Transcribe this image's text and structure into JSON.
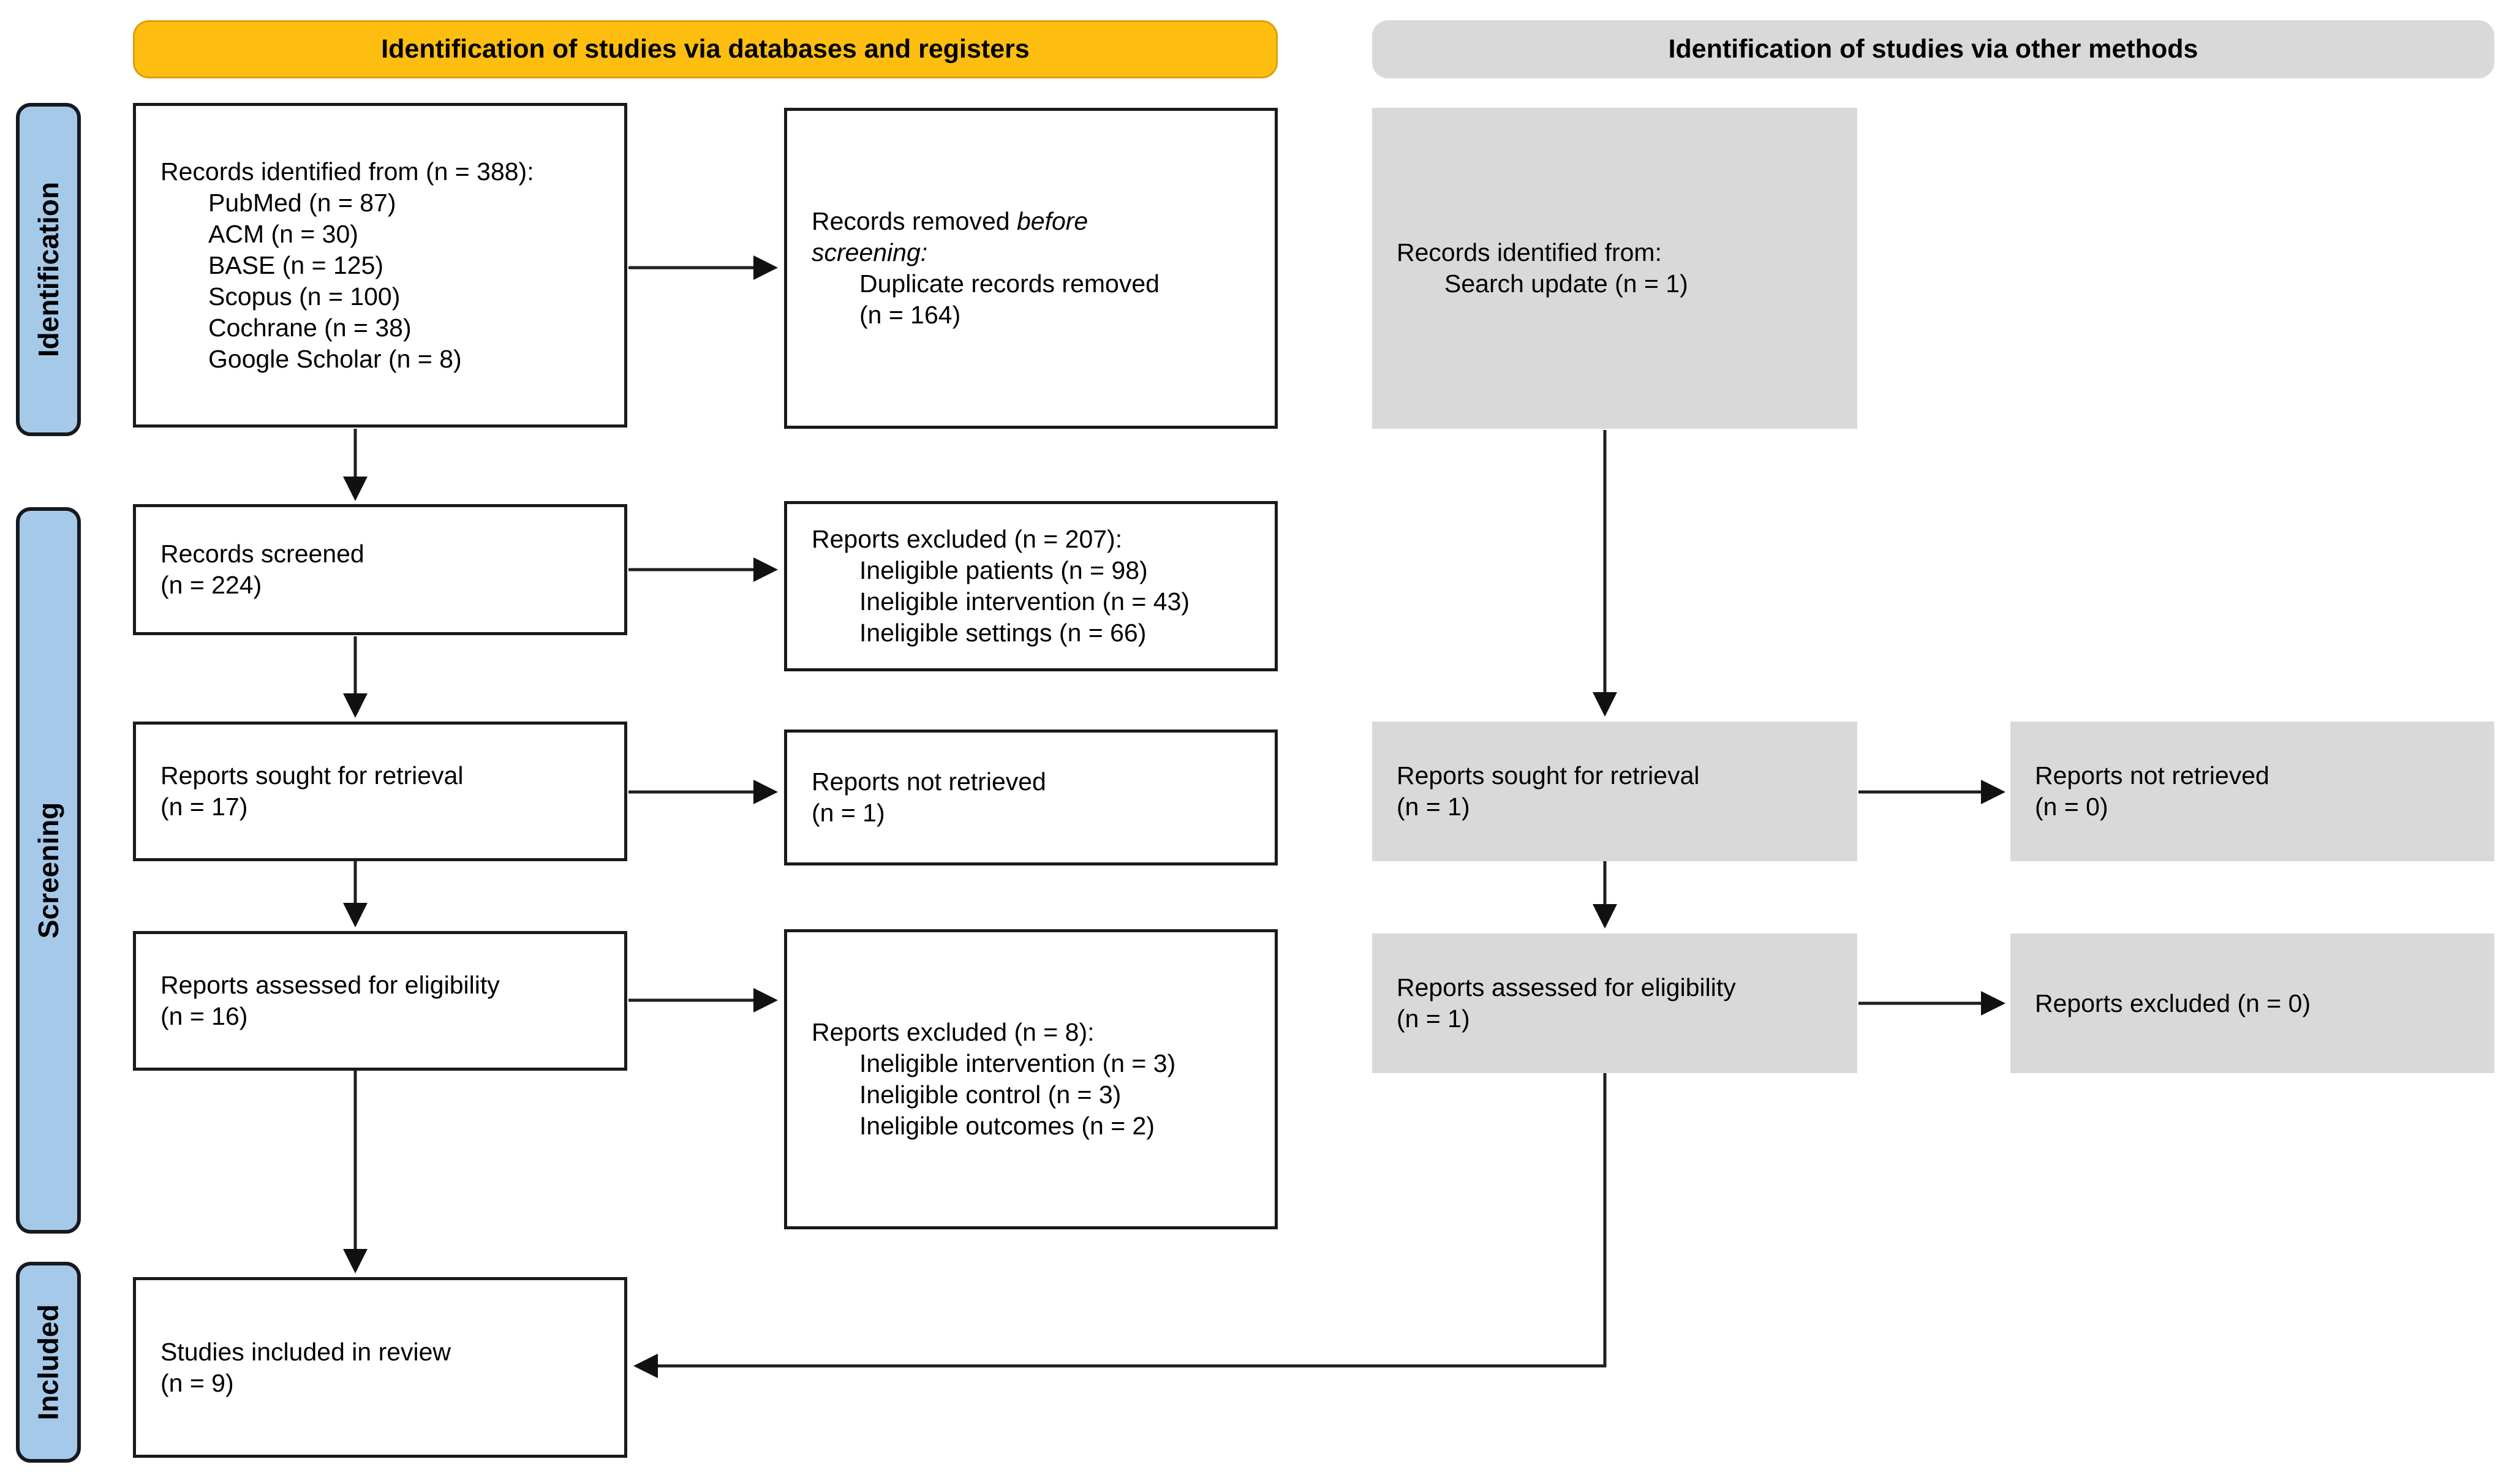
{
  "headers": {
    "left": "Identification of studies via databases and registers",
    "right": "Identification of studies via other methods"
  },
  "sidebar": {
    "identification": "Identification",
    "screening": "Screening",
    "included": "Included"
  },
  "colors": {
    "header_left_bg": "#FEBE10",
    "header_right_bg": "#D9D9D9",
    "stage_bg": "#A5C9E9",
    "gray_box_bg": "#D9D9D9",
    "white_box_border": "#1A1A1A",
    "arrow": "#1F1F1F"
  },
  "left_column": {
    "records_identified": {
      "title": "Records identified from (n = 388):",
      "items": [
        "PubMed (n = 87)",
        "ACM (n = 30)",
        "BASE (n = 125)",
        "Scopus (n = 100)",
        "Cochrane (n = 38)",
        "Google Scholar (n = 8)"
      ]
    },
    "records_removed": {
      "line1_normal": "Records removed ",
      "line1_italic": "before",
      "line2_italic": "screening:",
      "items": [
        "Duplicate records removed",
        "(n = 164)"
      ]
    },
    "records_screened": {
      "label": "Records screened",
      "count": "(n = 224)"
    },
    "reports_excluded_screening": {
      "title": "Reports excluded (n = 207):",
      "items": [
        "Ineligible patients (n = 98)",
        "Ineligible intervention (n = 43)",
        "Ineligible settings (n = 66)"
      ]
    },
    "reports_sought": {
      "label": "Reports sought for retrieval",
      "count": "(n = 17)"
    },
    "reports_not_retrieved": {
      "label": "Reports not retrieved",
      "count": "(n = 1)"
    },
    "reports_assessed": {
      "label": "Reports assessed for eligibility",
      "count": "(n = 16)"
    },
    "reports_excluded_eligibility": {
      "title": "Reports excluded (n = 8):",
      "items": [
        "Ineligible intervention (n = 3)",
        "Ineligible control (n = 3)",
        "Ineligible outcomes (n = 2)"
      ]
    },
    "studies_included": {
      "label": "Studies included in review",
      "count": "(n = 9)"
    }
  },
  "right_column": {
    "records_identified": {
      "title": "Records identified from:",
      "items": [
        "Search update (n = 1)"
      ]
    },
    "reports_sought": {
      "label": "Reports sought for retrieval",
      "count": "(n = 1)"
    },
    "reports_not_retrieved": {
      "label": "Reports not retrieved",
      "count": "(n = 0)"
    },
    "reports_assessed": {
      "label": "Reports assessed for eligibility",
      "count": "(n = 1)"
    },
    "reports_excluded": {
      "label": "Reports excluded (n = 0)"
    }
  }
}
